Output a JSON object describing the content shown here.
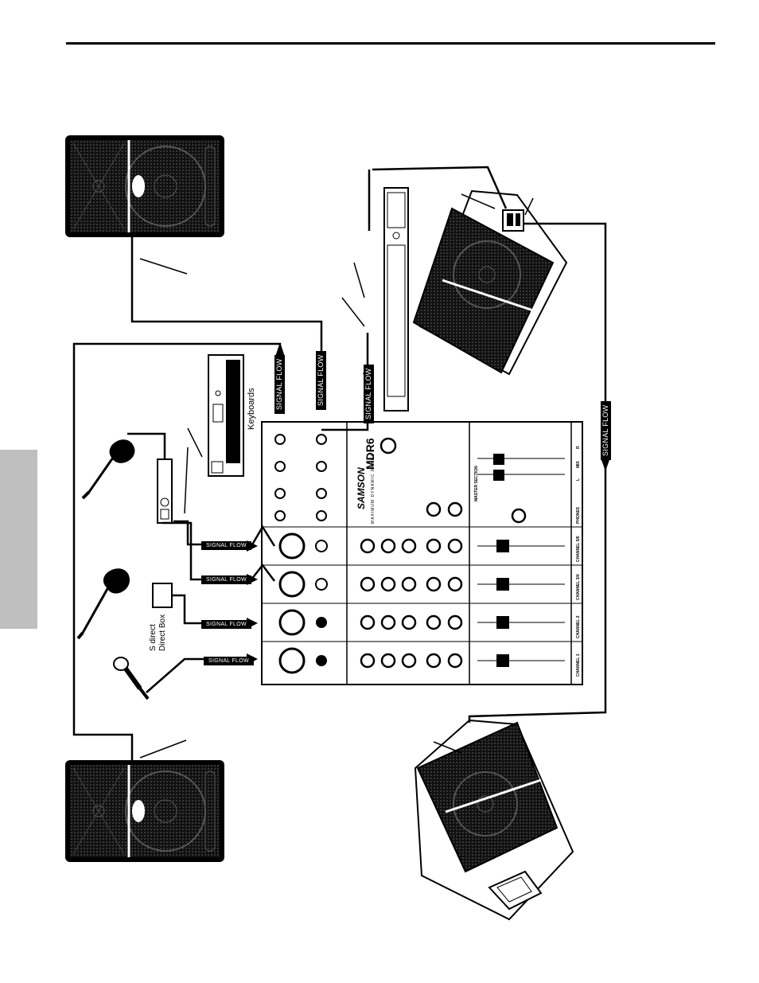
{
  "labels": {
    "signal_flow": "SIGNAL FLOW",
    "keyboards": "Keyboards",
    "direct_box_line1": "S direct",
    "direct_box_line2": "Direct Box"
  },
  "mixer": {
    "brand": "SAMSON",
    "model": "MDR6",
    "tagline": "MAXIMUM DYNAMIC RANGE",
    "sections": [
      "CHANNEL 1",
      "CHANNEL 2",
      "CHANNEL 3/4",
      "CHANNEL 5/6",
      "PHONES",
      "MASTER SECTION"
    ],
    "fader_labels": [
      "L",
      "MIX",
      "R"
    ]
  },
  "colors": {
    "ink": "#000000",
    "tab": "#bfbfbf",
    "paper": "#ffffff"
  }
}
